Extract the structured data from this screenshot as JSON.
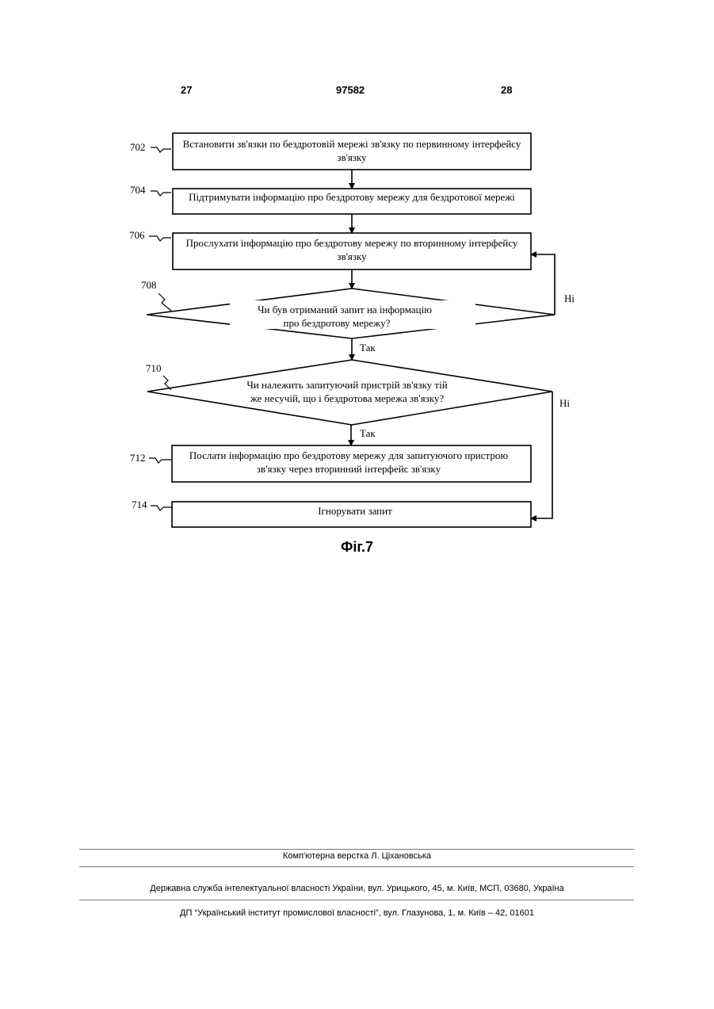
{
  "header": {
    "left_page": "27",
    "patent_number": "97582",
    "right_page": "28"
  },
  "flowchart": {
    "steps": [
      {
        "ref": "702",
        "line1": "Встановити зв'язки по бездротовій мережі зв'язку по первинному інтерфейсу",
        "line2": "зв'язку"
      },
      {
        "ref": "704",
        "line1": "Підтримувати інформацію про бездротову мережу для бездротової мережі",
        "line2": ""
      },
      {
        "ref": "706",
        "line1": "Прослухати інформацію про бездротову мережу по вторинному інтерфейсу",
        "line2": "зв'язку"
      },
      {
        "ref": "712",
        "line1": "Послати інформацію про бездротову мережу для запитуючого пристрою",
        "line2": "зв'язку через вторинний інтерфейс зв'язку"
      },
      {
        "ref": "714",
        "line1": "Ігнорувати запит",
        "line2": ""
      }
    ],
    "decisions": [
      {
        "ref": "708",
        "line1": "Чи був отриманий запит на інформацію",
        "line2": "про бездротову мережу?",
        "yes_label": "Так",
        "no_label": "Ні"
      },
      {
        "ref": "710",
        "line1": "Чи належить запитуючий пристрій зв'язку тій",
        "line2": "же несучій, що і бездротова мережа зв'язку?",
        "yes_label": "Так",
        "no_label": "Ні"
      }
    ],
    "caption": "Фіг.7"
  },
  "footer": {
    "layout_credit": "Комп'ютерна верстка Л. Ціхановська",
    "agency": "Державна служба інтелектуальної власності України, вул. Урицького, 45, м. Київ, МСП, 03680, Україна",
    "institute": "ДП “Український інститут промислової власності”, вул. Глазунова, 1, м. Київ – 42, 01601"
  }
}
